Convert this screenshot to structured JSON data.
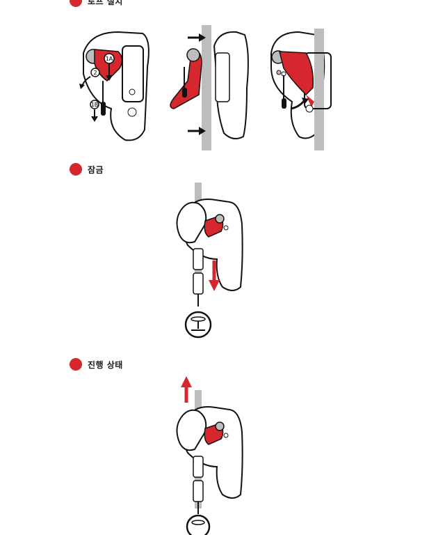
{
  "colors": {
    "accent": "#d7272e",
    "outline": "#111111",
    "rope": "#bdbdbd"
  },
  "sections": [
    {
      "title": "로프 설치",
      "labels": {
        "step_1a": "1A",
        "step_2": "2",
        "step_1b": "1B"
      }
    },
    {
      "title": "잠금"
    },
    {
      "title": "진행 상태"
    }
  ]
}
